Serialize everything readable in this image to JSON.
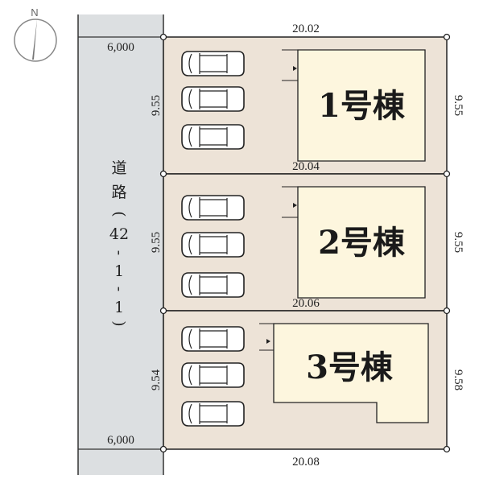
{
  "compass": {
    "label": "N"
  },
  "road": {
    "label_chars": [
      "道",
      "路",
      "(",
      "42",
      "-",
      "1",
      "-",
      "1",
      ")"
    ],
    "width_top": "6,000",
    "width_bottom": "6,000"
  },
  "lots": [
    {
      "name": "1号棟",
      "top": "20.02",
      "left": "9.55",
      "right": "9.55",
      "bottom": "20.04"
    },
    {
      "name": "2号棟",
      "left": "9.55",
      "right": "9.55",
      "bottom": "20.06"
    },
    {
      "name": "3号棟",
      "left": "9.54",
      "right": "9.58",
      "bottom": "20.08"
    }
  ],
  "colors": {
    "road": "#dcdfe1",
    "lot": "#ede3d7",
    "building": "#fdf6de",
    "line": "#222222"
  }
}
